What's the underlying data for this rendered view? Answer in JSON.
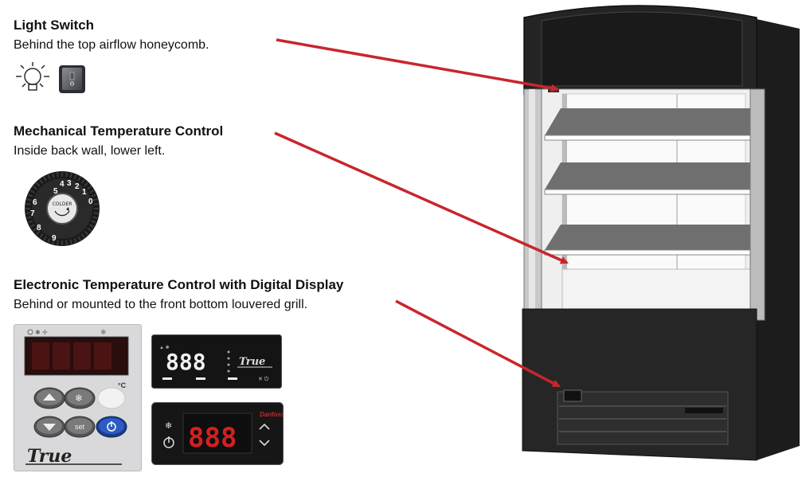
{
  "sections": [
    {
      "title": "Light Switch",
      "description": "Behind the top airflow honeycomb."
    },
    {
      "title": "Mechanical Temperature Control",
      "description": "Inside back wall, lower left."
    },
    {
      "title": "Electronic Temperature Control with Digital Display",
      "description": "Behind or mounted to the front bottom louvered grill."
    }
  ],
  "dial": {
    "center_label": "COLDER",
    "numbers": [
      "5",
      "4",
      "3",
      "2",
      "1",
      "0",
      "6",
      "7",
      "8",
      "9"
    ]
  },
  "controller_1": {
    "unit": "°C",
    "set_label": "set",
    "brand": "True"
  },
  "controller_2": {
    "digits": "888",
    "brand": "True"
  },
  "controller_3": {
    "digits": "888",
    "brand": "Danfoss"
  },
  "colors": {
    "arrow": "#c8262c",
    "cabinet": "#1e1e1e",
    "display_red": "#d42020"
  },
  "icons": [
    "light-bulb-icon",
    "rocker-switch-icon",
    "snowflake-icon",
    "fan-icon",
    "power-icon",
    "arrow-up-icon",
    "arrow-down-icon"
  ]
}
